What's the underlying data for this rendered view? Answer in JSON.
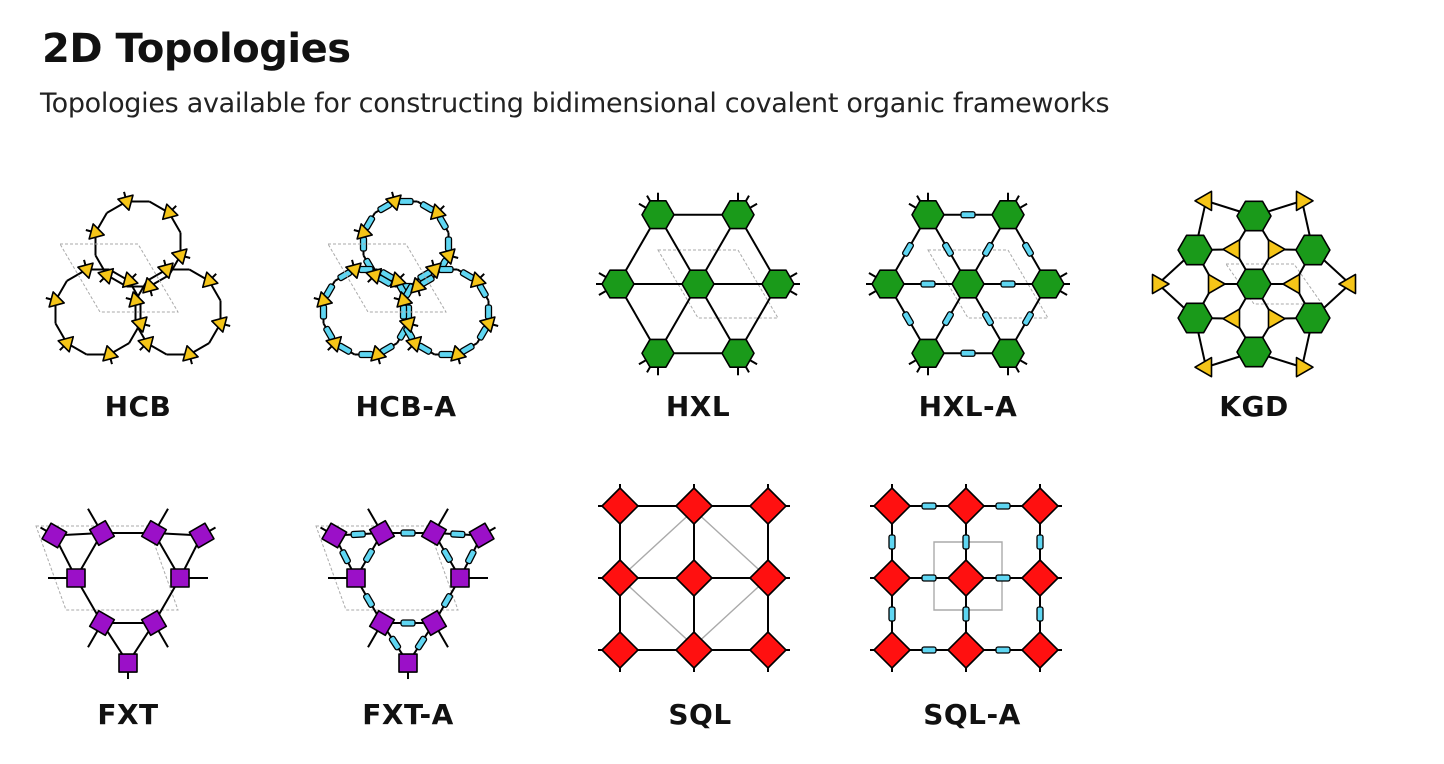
{
  "header": {
    "title": "2D Topologies",
    "subtitle": "Topologies available for constructing bidimensional covalent organic frameworks"
  },
  "topologies": [
    {
      "label": "HCB"
    },
    {
      "label": "HCB-A"
    },
    {
      "label": "HXL"
    },
    {
      "label": "HXL-A"
    },
    {
      "label": "KGD"
    },
    {
      "label": "FXT"
    },
    {
      "label": "FXT-A"
    },
    {
      "label": "SQL"
    },
    {
      "label": "SQL-A"
    }
  ],
  "colors": {
    "tritopic_node": "#f5c518",
    "hexatopic_node": "#1a9a1a",
    "tetratopic_node": "#ff1010",
    "tetratopic_kagome_node": "#9b10c8",
    "linker": "#5fd6f2",
    "unit_cell": "#aaaaaa",
    "edge": "#000000"
  }
}
